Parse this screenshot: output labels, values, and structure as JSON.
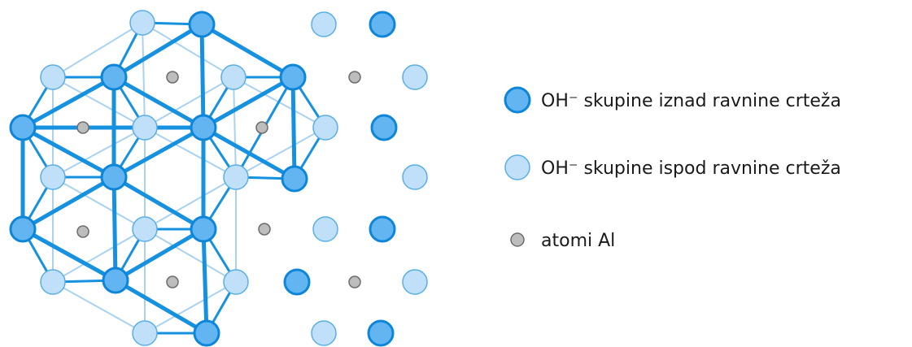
{
  "colors": {
    "oh_upper_fill": "#63b5f2",
    "oh_upper_stroke": "#0d86d9",
    "oh_lower_fill": "#bfe0f8",
    "oh_lower_stroke": "#5aaee6",
    "al_fill": "#bdbdbd",
    "al_stroke": "#6b6b6b",
    "bond_strong": "#1691e0",
    "bond_light": "#a9d2f1"
  },
  "legend": [
    {
      "kind": "oh_upper",
      "label": "OH⁻ skupine iznad ravnine crteža"
    },
    {
      "kind": "oh_lower",
      "label": "OH⁻ skupine ispod ravnine crteža"
    },
    {
      "kind": "al",
      "label": "atomi Al"
    }
  ]
}
